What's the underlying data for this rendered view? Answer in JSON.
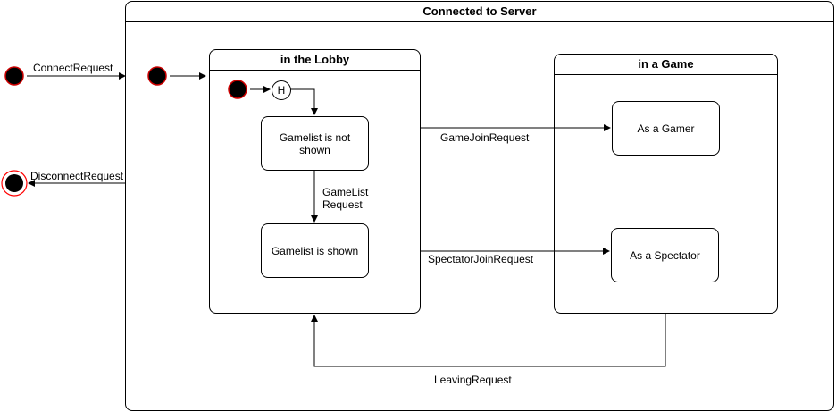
{
  "server": {
    "title": "Connected to Server"
  },
  "lobby": {
    "title": "in the Lobby",
    "history_symbol": "H",
    "state_not_shown": "Gamelist is not shown",
    "state_shown": "Gamelist is shown",
    "transition_list": "GameList\nRequest"
  },
  "game": {
    "title": "in a Game",
    "state_gamer": "As a Gamer",
    "state_spectator": "As a Spectator"
  },
  "transitions": {
    "connect": "ConnectRequest",
    "disconnect": "DisconnectRequest",
    "join_game": "GameJoinRequest",
    "join_spectator": "SpectatorJoinRequest",
    "leave": "LeavingRequest"
  },
  "colors": {
    "initial_fill": "#000000",
    "initial_stroke": "#cc0000",
    "final_ring": "#ff0000"
  }
}
